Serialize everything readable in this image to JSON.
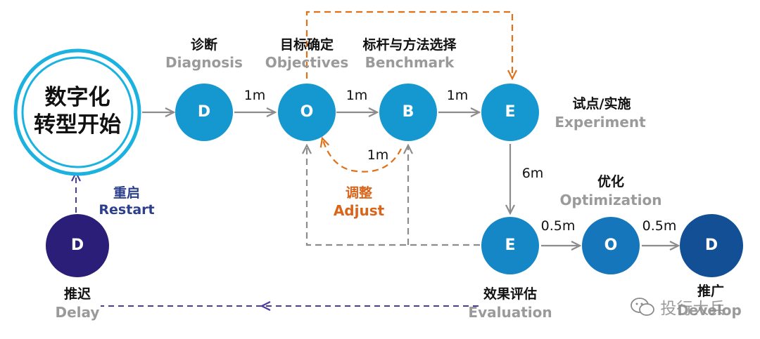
{
  "colors": {
    "node_light": "#1597d0",
    "node_mid": "#1576bc",
    "node_dark": "#124f95",
    "node_delay": "#2a1e78",
    "start_ring": "#1bb2e0",
    "arrow_gray": "#8c8c8c",
    "arrow_orange": "#e07118",
    "arrow_purple": "#4a3c9a",
    "label_gray": "#9a9a9a",
    "label_orange": "#d9651a",
    "label_purple": "#2c3f8c"
  },
  "start": {
    "line1": "数字化",
    "line2": "转型开始"
  },
  "nodes": {
    "diagnosis": {
      "letter": "D",
      "zh": "诊断",
      "en": "Diagnosis"
    },
    "objectives": {
      "letter": "O",
      "zh": "目标确定",
      "en": "Objectives"
    },
    "benchmark": {
      "letter": "B",
      "zh": "标杆与方法选择",
      "en": "Benchmark"
    },
    "experiment": {
      "letter": "E",
      "zh": "试点/实施",
      "en": "Experiment"
    },
    "evaluation": {
      "letter": "E",
      "zh": "效果评估",
      "en": "Evaluation"
    },
    "optimization": {
      "letter": "O",
      "zh": "优化",
      "en": "Optimization"
    },
    "develop": {
      "letter": "D",
      "zh": "推广",
      "en": "Develop"
    },
    "delay": {
      "letter": "D",
      "zh": "推迟",
      "en": "Delay"
    }
  },
  "durations": {
    "d_to_o": "1m",
    "o_to_b": "1m",
    "b_to_e": "1m",
    "adjust": "1m",
    "e_to_eval": "6m",
    "eval_to_opt": "0.5m",
    "opt_to_dev": "0.5m"
  },
  "adjust": {
    "zh": "调整",
    "en": "Adjust"
  },
  "restart": {
    "zh": "重启",
    "en": "Restart"
  },
  "watermark": {
    "icon": "wechat-icon",
    "text": "投行大兵"
  }
}
